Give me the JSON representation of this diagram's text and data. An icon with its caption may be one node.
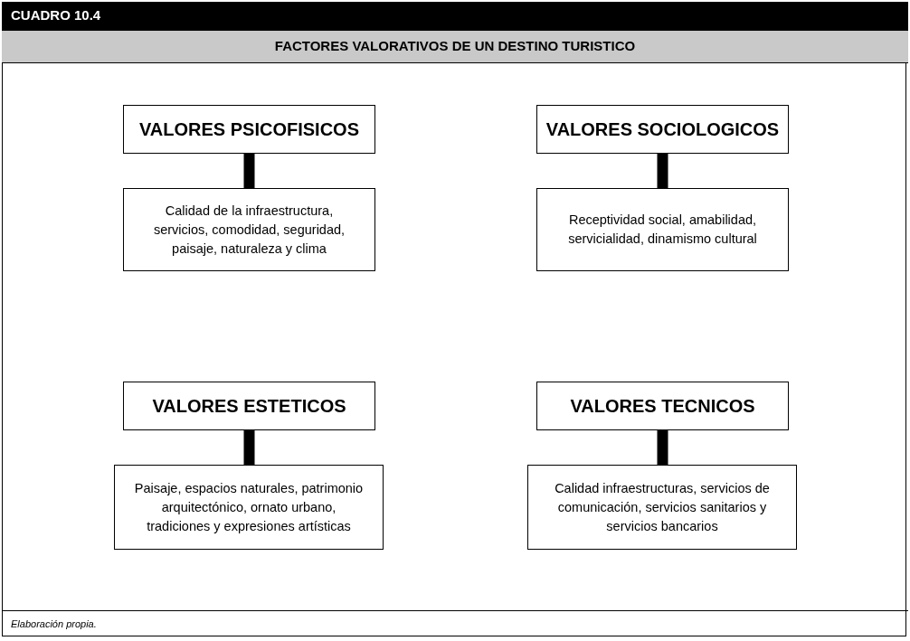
{
  "diagram": {
    "title": "FACTORES VALORATIVOS DE UN DESTINO TURISTICO",
    "caption": "Elaboración propia.",
    "labels": [
      "CUADRO 10.4"
    ],
    "nodes": [
      {
        "text": [
          "VALORES PSICOFISICOS"
        ]
      },
      {
        "text": [
          "Calidad de la infraestructura, servicios, comodidad, seguridad, paisaje, naturaleza y clima"
        ]
      },
      {
        "text": [
          "VALORES SOCIOLOGICOS"
        ]
      },
      {
        "text": [
          "Receptividad social, amabilidad, servicialidad, dinamismo cultural"
        ]
      },
      {
        "text": [
          "VALORES ESTETICOS"
        ]
      },
      {
        "text": [
          "Paisaje, espacios naturales, patrimonio arquitectónico, ornato urbano, tradiciones y expresiones artísticas"
        ]
      },
      {
        "text": [
          "VALORES TECNICOS"
        ]
      },
      {
        "text": [
          "Calidad infraestructuras, servicios de comunicación, servicios sanitarios y servicios bancarios"
        ]
      }
    ],
    "edges": [
      {
        "from": 0,
        "to": 1,
        "arrow": "none"
      },
      {
        "from": 2,
        "to": 3,
        "arrow": "none"
      },
      {
        "from": 4,
        "to": 5,
        "arrow": "none"
      },
      {
        "from": 6,
        "to": 7,
        "arrow": "none"
      }
    ]
  }
}
